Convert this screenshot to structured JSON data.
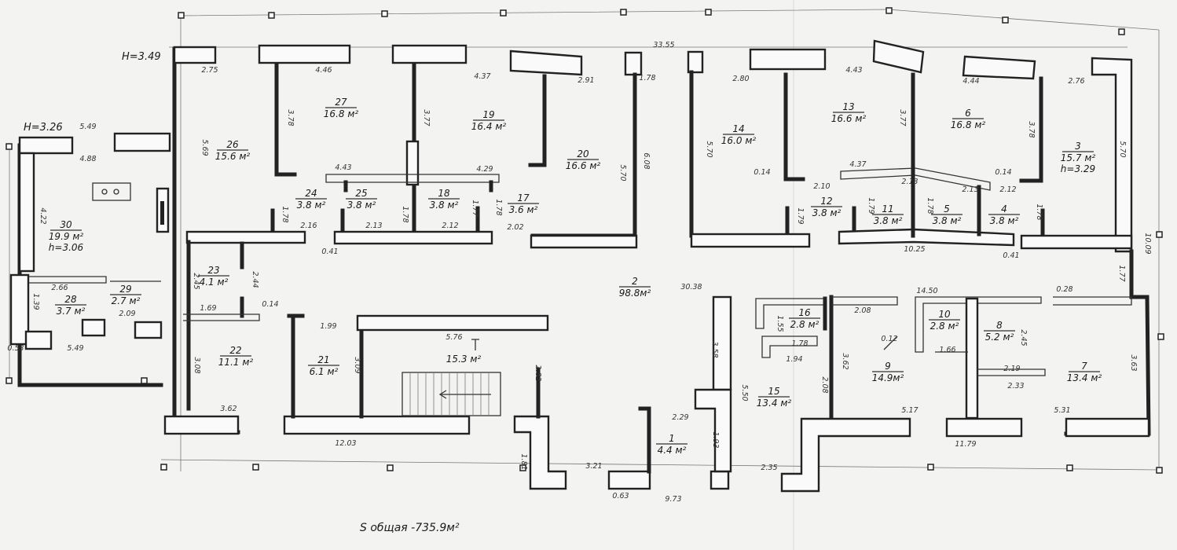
{
  "heights": {
    "main": "H=3.49",
    "wing": "H=3.26"
  },
  "total_area": "S общая -735.9м²",
  "rooms": [
    {
      "id": "room-1",
      "num": "1",
      "area": "4.4 м²"
    },
    {
      "id": "room-2",
      "num": "2",
      "area": "98.8м²"
    },
    {
      "id": "room-3",
      "num": "3",
      "area": "15.7 м²",
      "h": "h=3.29"
    },
    {
      "id": "room-4",
      "num": "4",
      "area": "3.8 м²"
    },
    {
      "id": "room-5",
      "num": "5",
      "area": "3.8 м²"
    },
    {
      "id": "room-6",
      "num": "6",
      "area": "16.8 м²"
    },
    {
      "id": "room-7",
      "num": "7",
      "area": "13.4 м²"
    },
    {
      "id": "room-8",
      "num": "8",
      "area": "5.2 м²"
    },
    {
      "id": "room-9",
      "num": "9",
      "area": "14.9м²"
    },
    {
      "id": "room-10",
      "num": "10",
      "area": "2.8 м²"
    },
    {
      "id": "room-11",
      "num": "11",
      "area": "3.8 м²"
    },
    {
      "id": "room-12",
      "num": "12",
      "area": "3.8 м²"
    },
    {
      "id": "room-13",
      "num": "13",
      "area": "16.6 м²"
    },
    {
      "id": "room-14",
      "num": "14",
      "area": "16.0 м²"
    },
    {
      "id": "room-15",
      "num": "15",
      "area": "13.4 м²"
    },
    {
      "id": "room-16",
      "num": "16",
      "area": "2.8 м²"
    },
    {
      "id": "room-17",
      "num": "17",
      "area": "3.6 м²"
    },
    {
      "id": "room-18",
      "num": "18",
      "area": "3.8 м²"
    },
    {
      "id": "room-19",
      "num": "19",
      "area": "16.4 м²"
    },
    {
      "id": "room-20",
      "num": "20",
      "area": "16.6 м²"
    },
    {
      "id": "room-21",
      "num": "21",
      "area": "6.1 м²"
    },
    {
      "id": "room-22",
      "num": "22",
      "area": "11.1 м²"
    },
    {
      "id": "room-23",
      "num": "23",
      "area": "4.1 м²"
    },
    {
      "id": "room-24",
      "num": "24",
      "area": "3.8 м²"
    },
    {
      "id": "room-25",
      "num": "25",
      "area": "3.8 м²"
    },
    {
      "id": "room-26",
      "num": "26",
      "area": "15.6 м²"
    },
    {
      "id": "room-27",
      "num": "27",
      "area": "16.8 м²"
    },
    {
      "id": "room-28",
      "num": "28",
      "area": "3.7 м²"
    },
    {
      "id": "room-29",
      "num": "29",
      "area": "2.7 м²"
    },
    {
      "id": "room-30",
      "num": "30",
      "area": "19.9 м²",
      "h": "h=3.06"
    },
    {
      "id": "room-stair",
      "num": "",
      "area": "15.3 м²"
    }
  ],
  "dimensions": [
    "33.55",
    "2.75",
    "4.46",
    "4.37",
    "2.91",
    "1.78",
    "2.80",
    "4.43",
    "4.44",
    "2.76",
    "5.49",
    "4.88",
    "5.69",
    "3.78",
    "3.77",
    "5.70",
    "6.08",
    "5.70",
    "3.77",
    "3.78",
    "5.70",
    "4.43",
    "4.29",
    "1.78",
    "1.78",
    "1.77",
    "1.78",
    "2.16",
    "2.13",
    "2.12",
    "2.02",
    "0.41",
    "0.14",
    "2.10",
    "1.79",
    "4.37",
    "2.13",
    "2.13",
    "2.12",
    "0.14",
    "1.79",
    "1.78",
    "1.78",
    "10.25",
    "0.41",
    "1.77",
    "10.09",
    "2.45",
    "2.44",
    "1.69",
    "0.14",
    "1.99",
    "5.76",
    "30.38",
    "3.58",
    "1.55",
    "2.08",
    "1.78",
    "1.94",
    "0.12",
    "14.50",
    "1.66",
    "2.45",
    "0.28",
    "3.08",
    "3.09",
    "2.82",
    "5.50",
    "3.62",
    "2.08",
    "2.19",
    "2.33",
    "3.63",
    "3.62",
    "12.03",
    "2.29",
    "1.93",
    "5.17",
    "11.79",
    "5.31",
    "1.81",
    "3.21",
    "2.35",
    "0.63",
    "9.73",
    "2.66",
    "1.39",
    "2.09",
    "0.53",
    "5.49",
    "4.22"
  ]
}
